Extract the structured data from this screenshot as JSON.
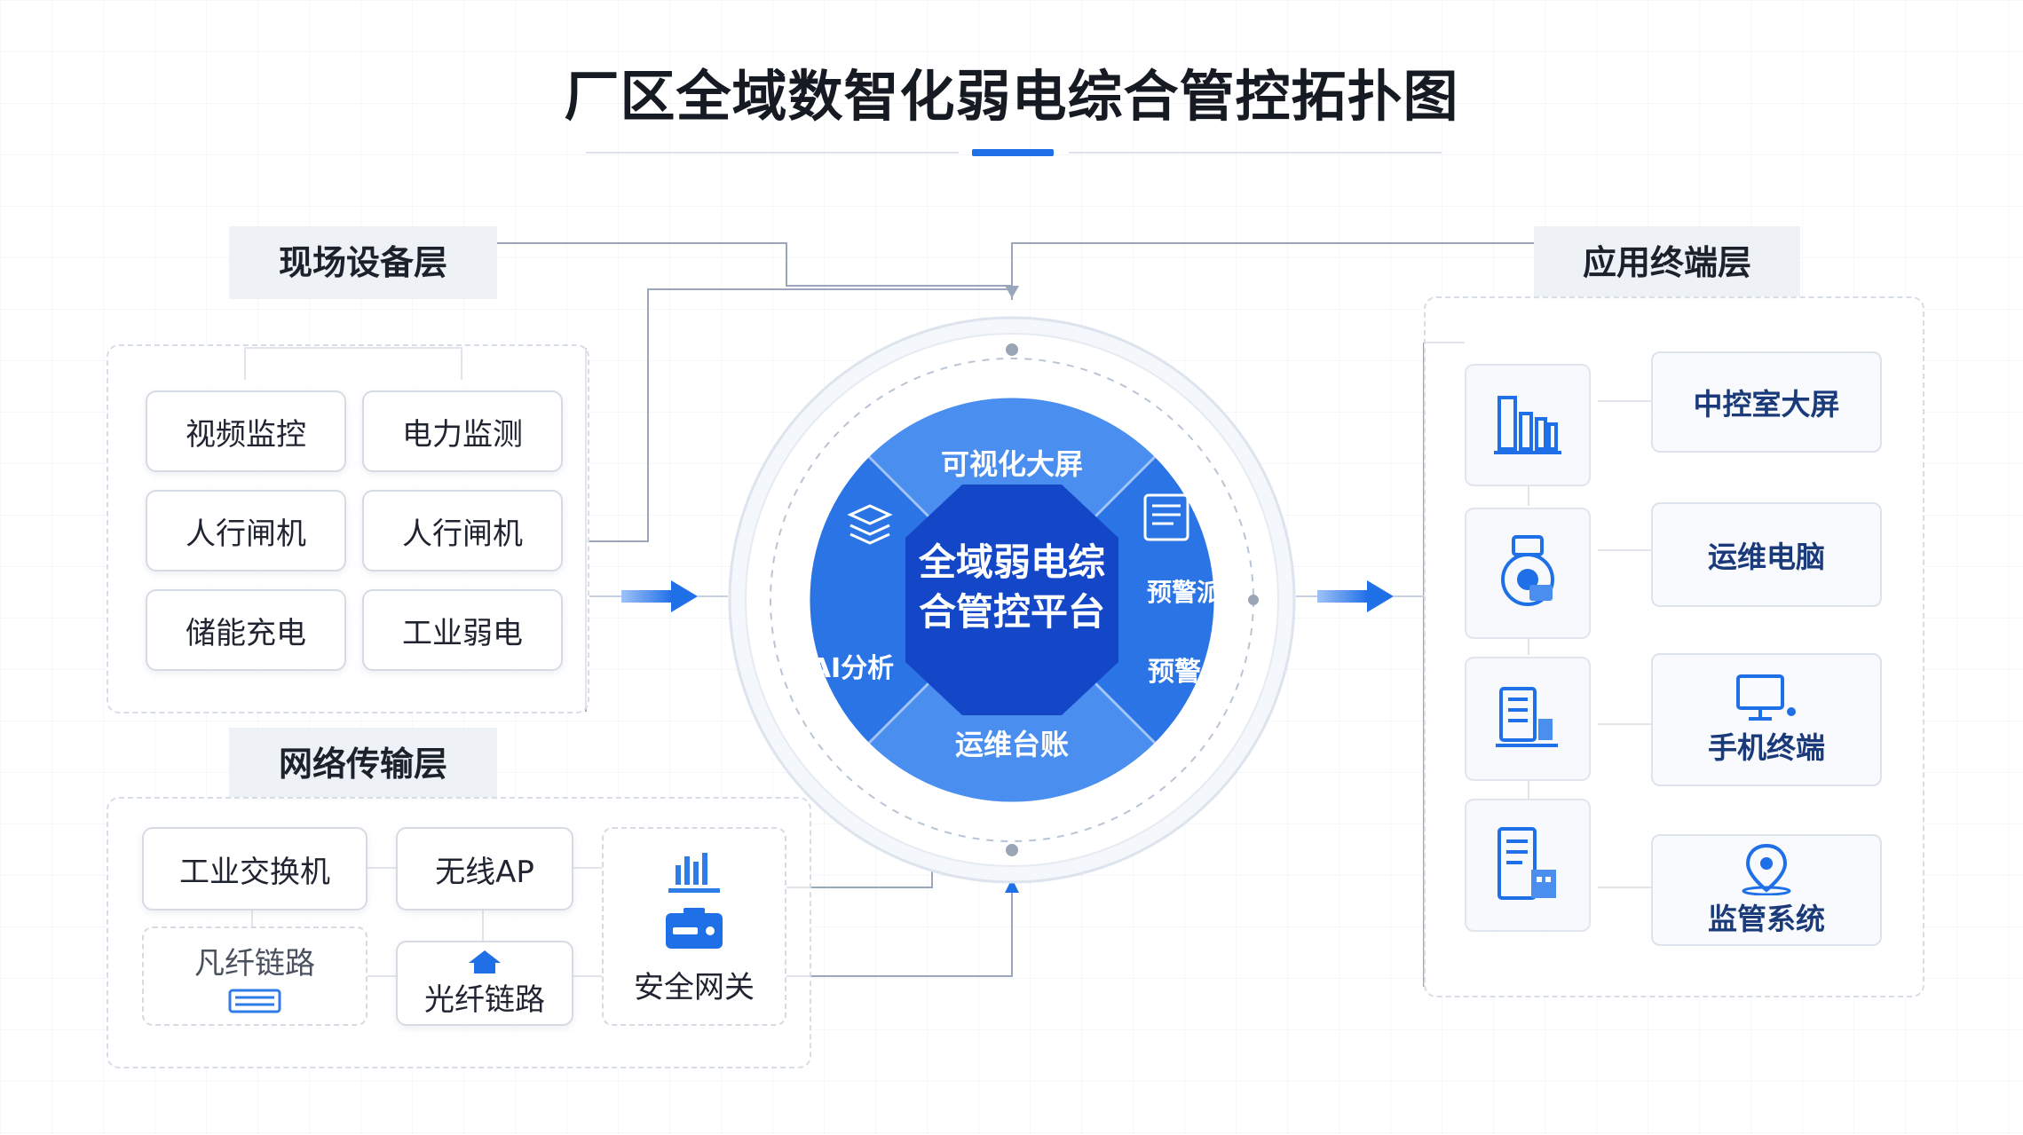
{
  "title": "厂区全域数智化弱电综合管控拓扑图",
  "colors": {
    "primary": "#1f6fe6",
    "dark_blue": "#1447c8",
    "light_blue": "#4a8ff0",
    "navy_text": "#1b3a7a"
  },
  "field_layer": {
    "label": "现场设备层",
    "items": [
      "视频监控",
      "电力监测",
      "人行闸机",
      "人行闸机",
      "储能充电",
      "工业弱电"
    ]
  },
  "network_layer": {
    "label": "网络传输层",
    "switch": "工业交换机",
    "wireless_ap": "无线AP",
    "fiber_link_a": "凡纤链路",
    "fiber_link_b": "光纤链路",
    "gateway": "安全网关",
    "gateway_icons": [
      "bar-chart-icon",
      "gateway-device-icon"
    ]
  },
  "platform": {
    "core": "全域弱电综合管控平台",
    "core_line1": "全域弱电综",
    "core_line2": "合管控平台",
    "segments": {
      "top": "可视化大屏",
      "right": "预警派单",
      "right_lower": "预警",
      "bottom": "运维台账",
      "left": "AI分析"
    },
    "segment_icons": [
      "layers-icon",
      "document-icon"
    ]
  },
  "app_layer": {
    "label": "应用终端层",
    "rows": [
      {
        "icon": "bar-chart-icon",
        "label": "中控室大屏"
      },
      {
        "icon": "maintenance-icon",
        "label": "运维电脑",
        "right_icon": ""
      },
      {
        "icon": "terminal-icon",
        "label": "手机终端",
        "right_icon": "monitor-icon"
      },
      {
        "icon": "building-doc-icon",
        "label": "监管系统",
        "right_icon": "location-icon"
      }
    ]
  }
}
